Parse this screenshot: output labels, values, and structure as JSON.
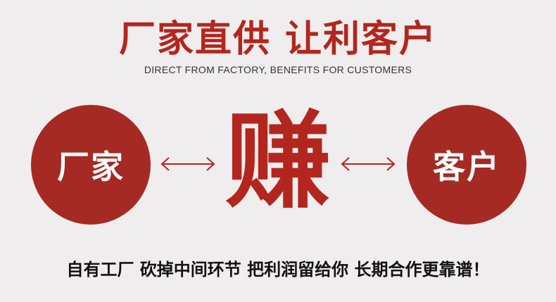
{
  "title": "厂家直供 让利客户",
  "subtitle": "DIRECT FROM FACTORY, BENEFITS FOR CUSTOMERS",
  "left_circle": "厂家",
  "center_char": "赚",
  "right_circle": "客户",
  "slogan": "自有工厂 砍掉中间环节 把利润留给你 长期合作更靠谱！",
  "colors": {
    "accent": "#b3261e",
    "circle": "#a52a24",
    "background": "#efeded"
  },
  "icons": [
    "double-arrow-icon",
    "double-arrow-icon"
  ]
}
